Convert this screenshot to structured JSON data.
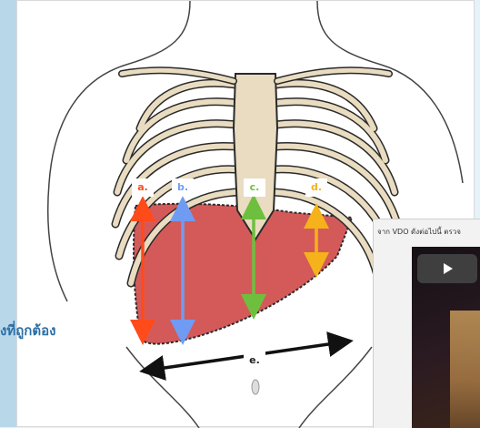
{
  "slide": {
    "question_text": "งที่ถูกต้อง"
  },
  "figure": {
    "labels": {
      "a": "a.",
      "b": "b.",
      "c": "c.",
      "d": "d.",
      "e": "e."
    },
    "colors": {
      "a": "#ff4a1a",
      "b": "#6f9cf2",
      "c": "#6fbf3f",
      "d": "#f5b21a",
      "e": "#111111",
      "liver": "#d45a5a",
      "bone": "#e9dcc0",
      "bone_outline": "#2a2a2a",
      "skin": "#ffffff"
    }
  },
  "video": {
    "caption": "จาก VDO ดังต่อไปนี้ ตรวจ",
    "play_icon": "play-icon"
  }
}
